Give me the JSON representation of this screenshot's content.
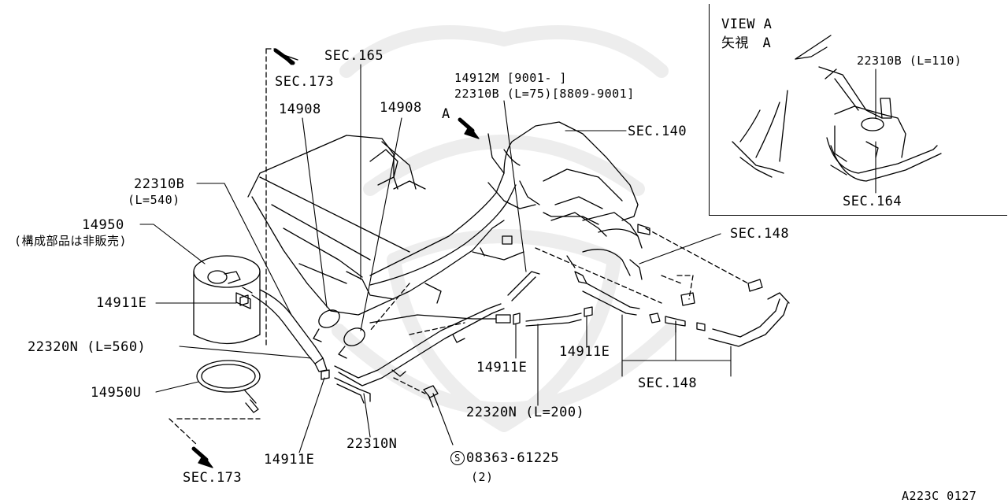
{
  "diagram": {
    "inset": {
      "view_title": "VIEW A",
      "view_title_jp": "矢視　A",
      "hose_label": "22310B (L=110)",
      "section_label": "SEC.164"
    },
    "callouts": {
      "sec_173_top": "SEC.173",
      "sec_165": "SEC.165",
      "clip_left": "14908",
      "clip_right": "14908",
      "valve_part": "14912M [9001-    ]",
      "hose_short": "22310B (L=75)[8809-9001]",
      "view_arrow": "A",
      "sec_140": "SEC.140",
      "hose_long": "22310B",
      "hose_long_len": "(L=540)",
      "canister": "14950",
      "canister_note": "(構成部品は非販売)",
      "clamp_1": "14911E",
      "hose_n": "22320N (L=560)",
      "canister_bracket": "14950U",
      "sec_173_bottom": "SEC.173",
      "sec_148_top": "SEC.148",
      "clamp_2": "14911E",
      "clamp_3": "14911E",
      "sec_148_bottom": "SEC.148",
      "hose_200": "22320N (L=200)",
      "tube_n": "22310N",
      "clamp_4": "14911E",
      "bolt_symbol": "S",
      "bolt": "08363-61225",
      "bolt_qty": "(2)",
      "drawing_number": "A223C 0127"
    }
  }
}
